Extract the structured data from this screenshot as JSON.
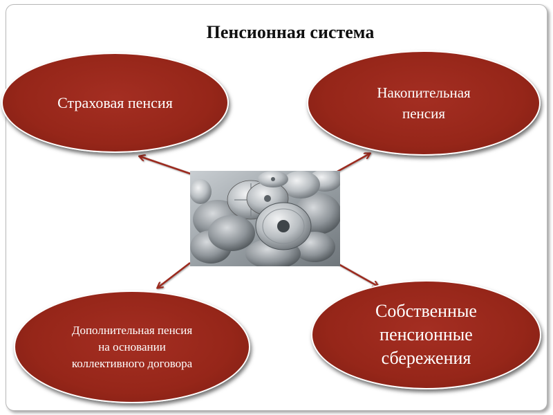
{
  "slide": {
    "title": "Пенсионная система"
  },
  "ovals": {
    "top_left": "Страховая пенсия",
    "top_right": "Накопительная пенсия",
    "bottom_left": "Дополнительная пенсия на основании коллективного договора",
    "bottom_right": "Собственные пенсионные сбережения"
  },
  "colors": {
    "oval_fill": "#962619",
    "arrow": "#9c2a1e",
    "title": "#111111"
  },
  "image": {
    "subject": "coins-photo"
  }
}
